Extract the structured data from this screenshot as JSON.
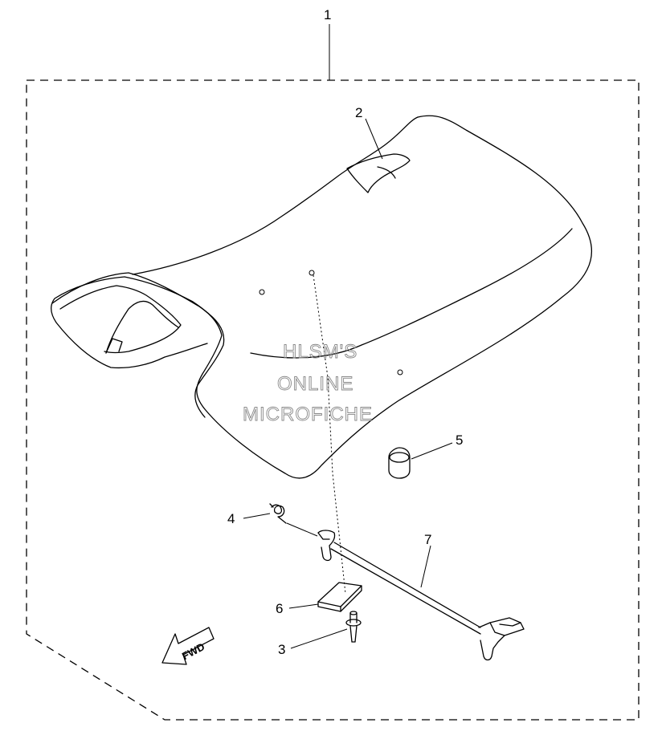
{
  "callouts": {
    "c1": "1",
    "c2": "2",
    "c3": "3",
    "c4": "4",
    "c5": "5",
    "c6": "6",
    "c7": "7"
  },
  "watermark": {
    "line1": "HLSM'S",
    "line2": "ONLINE",
    "line3": "MICROFICHE"
  },
  "direction_badge": {
    "label": "FWD"
  }
}
